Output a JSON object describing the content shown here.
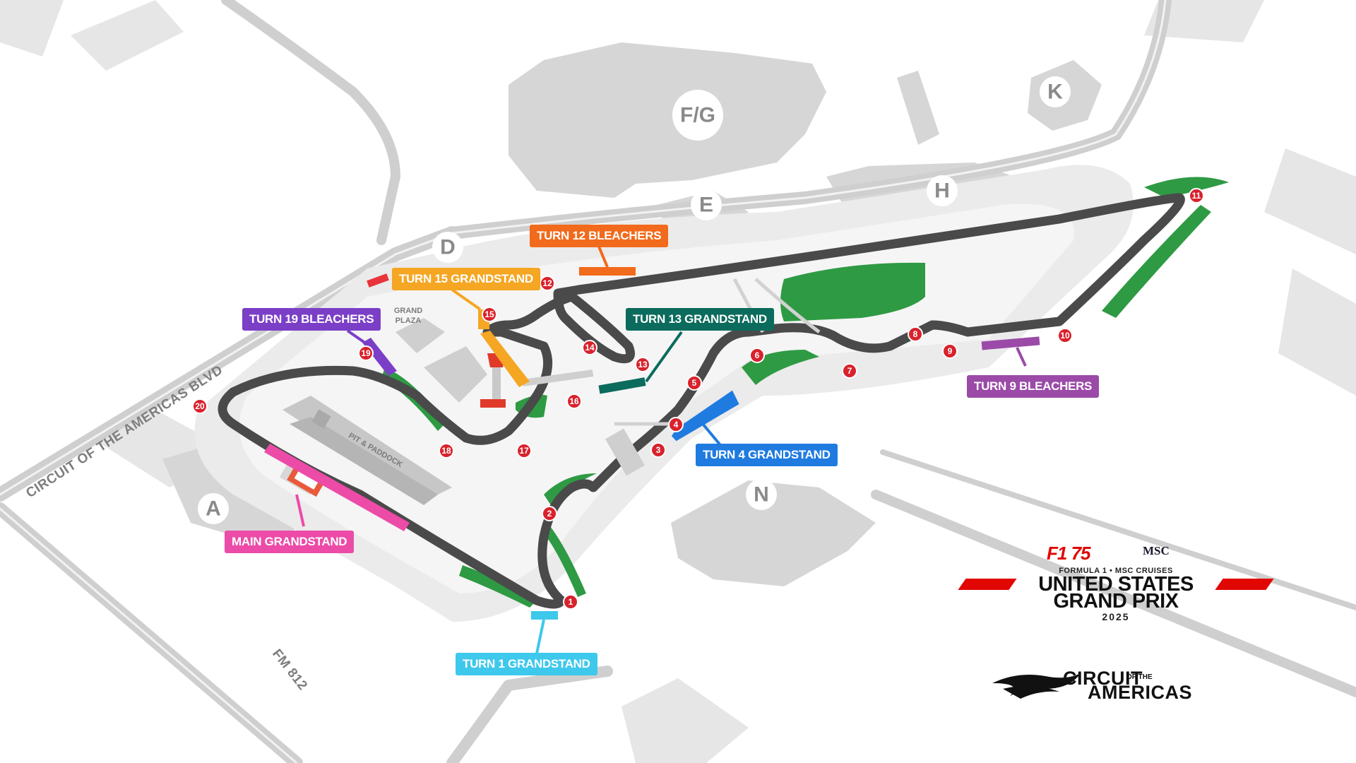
{
  "roads": {
    "boulevard": "CIRCUIT OF THE AMERICAS BLVD",
    "farm_road": "FM 812"
  },
  "lots": [
    "A",
    "D",
    "E",
    "F/G",
    "H",
    "K",
    "N"
  ],
  "areas": {
    "grand_plaza": [
      "GRAND",
      "PLAZA"
    ],
    "pit_paddock": "PIT & PADDOCK"
  },
  "turns": [
    "1",
    "2",
    "3",
    "4",
    "5",
    "6",
    "7",
    "8",
    "9",
    "10",
    "11",
    "12",
    "13",
    "14",
    "15",
    "16",
    "17",
    "18",
    "19",
    "20"
  ],
  "seating": {
    "turn12_bleachers": {
      "label": "TURN 12 BLEACHERS",
      "color": "#f26a1b"
    },
    "turn15_grandstand": {
      "label": "TURN 15 GRANDSTAND",
      "color": "#f5a623"
    },
    "turn19_bleachers": {
      "label": "TURN 19 BLEACHERS",
      "color": "#7b3fc7"
    },
    "turn13_grandstand": {
      "label": "TURN 13 GRANDSTAND",
      "color": "#0b6b5c"
    },
    "turn9_bleachers": {
      "label": "TURN 9 BLEACHERS",
      "color": "#9b4aa8"
    },
    "turn4_grandstand": {
      "label": "TURN 4 GRANDSTAND",
      "color": "#1f7be0"
    },
    "main_grandstand": {
      "label": "MAIN GRANDSTAND",
      "color": "#ec4ba8"
    },
    "turn1_grandstand": {
      "label": "TURN 1 GRANDSTAND",
      "color": "#3ec8ec"
    }
  },
  "colors": {
    "track": "#4a4a4a",
    "turn_badge": "#d8222c",
    "grass": "#2f9a44",
    "parking": "#d6d6d6",
    "venue": "#e9e9e9"
  },
  "brand": {
    "f1": "F1 75",
    "msc": "MSC",
    "subtitle": "FORMULA 1 • MSC CRUISES",
    "title_line1": "UNITED STATES",
    "title_line2": "GRAND PRIX",
    "year": "2025"
  },
  "cota": {
    "line1": "CIRCUIT",
    "line2": "OF THE",
    "line3": "AMERICAS"
  }
}
